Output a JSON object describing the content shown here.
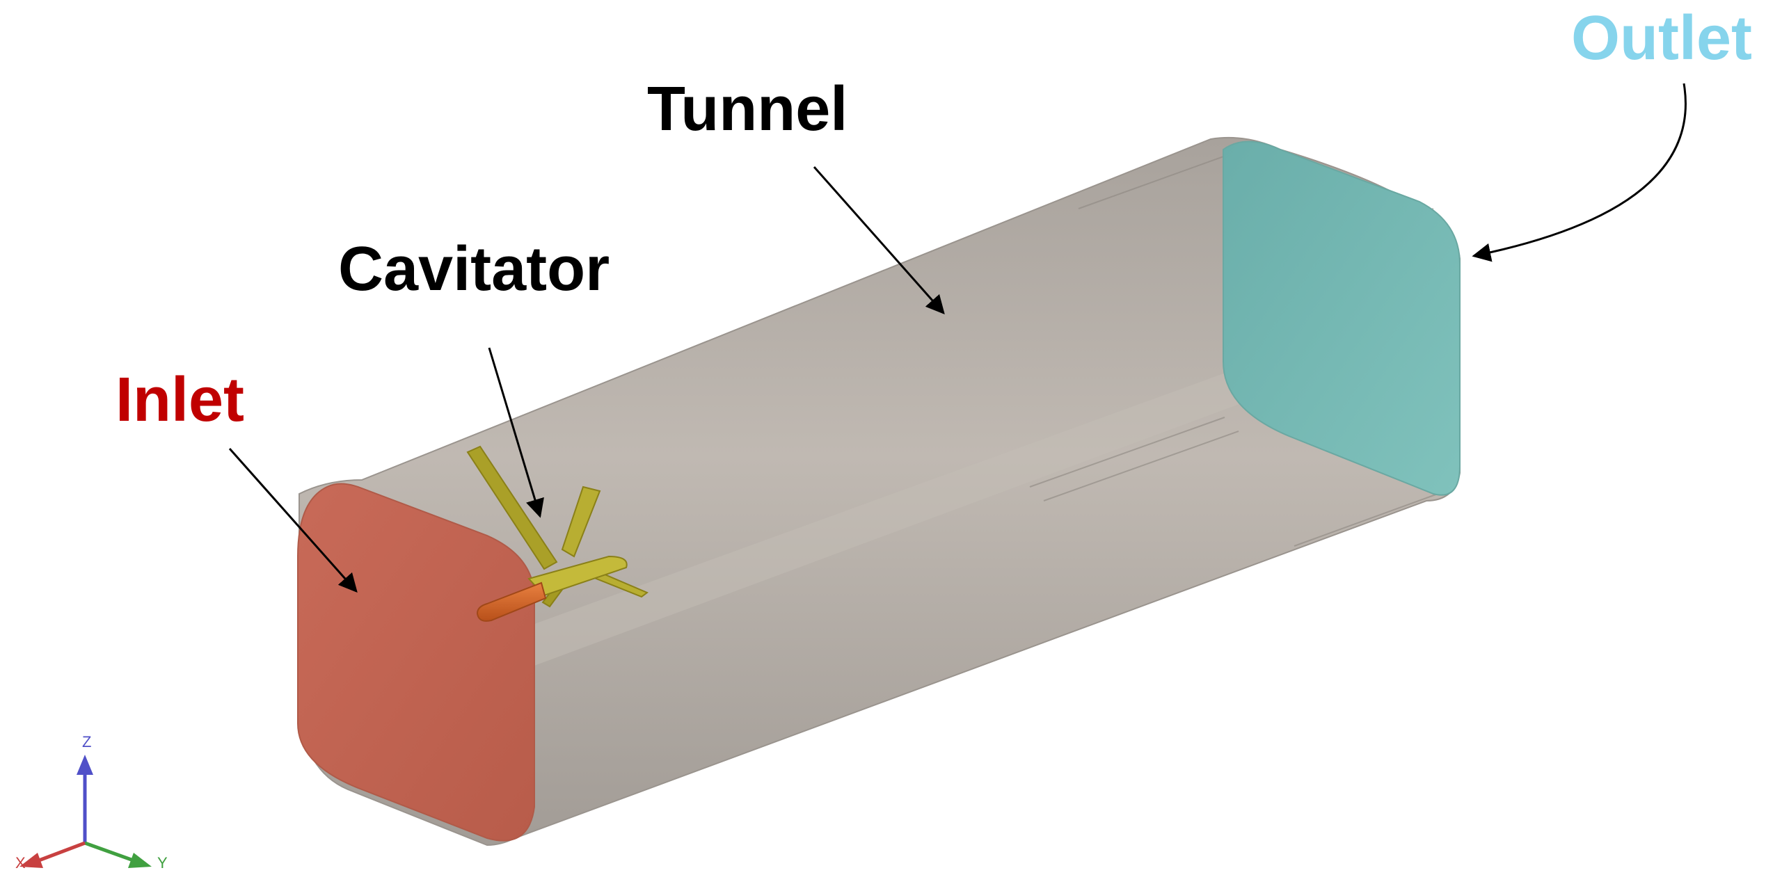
{
  "labels": {
    "tunnel": "Tunnel",
    "cavitator": "Cavitator",
    "inlet": "Inlet",
    "outlet": "Outlet"
  },
  "axes": {
    "z": "Z",
    "x": "X",
    "y": "Y"
  },
  "colors": {
    "tunnel": "#b2aca6",
    "inlet": "#c66553",
    "outlet": "#7cbdb7",
    "cavitator": "#b4aa2c",
    "cavitator_rod": "#d2691e",
    "label_inlet": "#c00000",
    "label_outlet": "#86d4ec",
    "label_default": "#000000",
    "axis_z": "#5050c8",
    "axis_x": "#c84040",
    "axis_y": "#40a040"
  }
}
